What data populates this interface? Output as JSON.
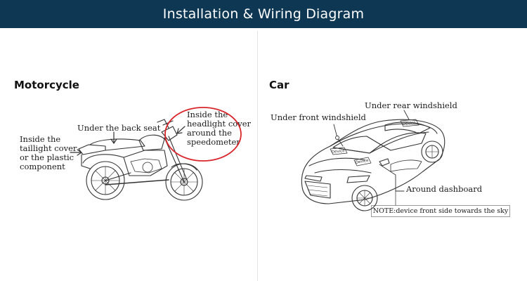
{
  "header": {
    "title": "Installation & Wiring Diagram"
  },
  "motorcycle": {
    "heading": "Motorcycle",
    "labels": {
      "taillight": [
        "Inside the",
        "taillight cover",
        "or the plastic",
        "component"
      ],
      "back_seat": "Under the back seat",
      "headlight": [
        "Inside the",
        "headlight cover",
        "around the",
        "speedometer"
      ]
    },
    "highlight_color": "#d9262c"
  },
  "car": {
    "heading": "Car",
    "labels": {
      "front_windshield": "Under front windshield",
      "rear_windshield": "Under rear windshield",
      "dashboard": "Around dashboard",
      "device_tag": "Device"
    },
    "note": "NOTE:device front side towards the sky"
  },
  "colors": {
    "banner": "#0e3754",
    "line_art": "#333333"
  }
}
